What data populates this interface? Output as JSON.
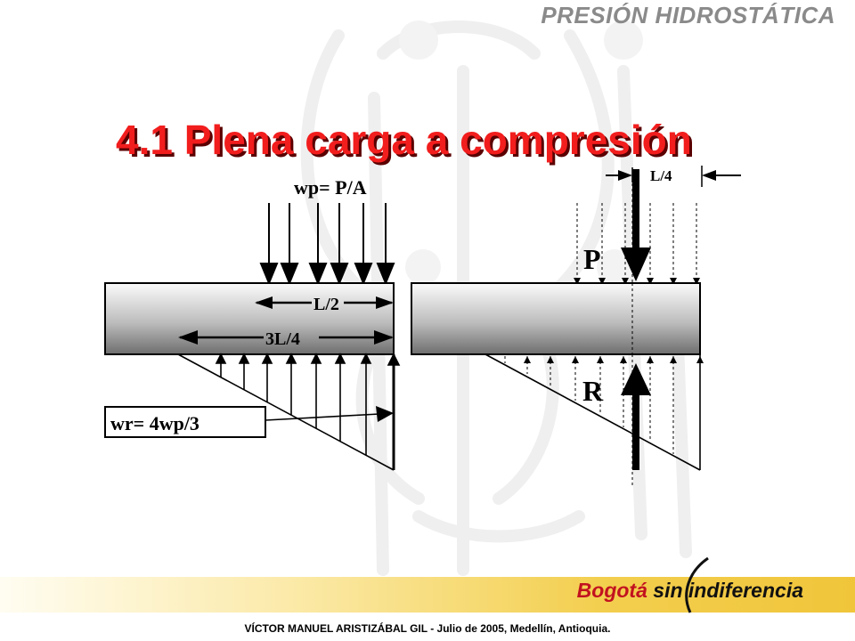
{
  "slide": {
    "header_title": "PRESIÓN HIDROSTÁTICA",
    "title": "4.1 Plena carga a compresión",
    "footer_credit": "VÍCTOR MANUEL ARISTIZÁBAL GIL - Julio de 2005, Medellín, Antioquia.",
    "brand_part1": "Bogotá",
    "brand_part2": "sin indiferencia"
  },
  "diagram": {
    "left": {
      "label_wp": "wp",
      "label_wp_eq": "= P/A",
      "label_half": "L/2",
      "label_three_quarter": "3L/4",
      "label_wr": "wr",
      "label_wr_eq": "= 4wp/3"
    },
    "right": {
      "label_quarter": "L/4",
      "label_P": "P",
      "label_R": "R"
    }
  },
  "colors": {
    "title": "#f21d1d",
    "header": "#8a8a8a",
    "brand_red": "#c2121f",
    "band_gold": "#f0c53a"
  }
}
